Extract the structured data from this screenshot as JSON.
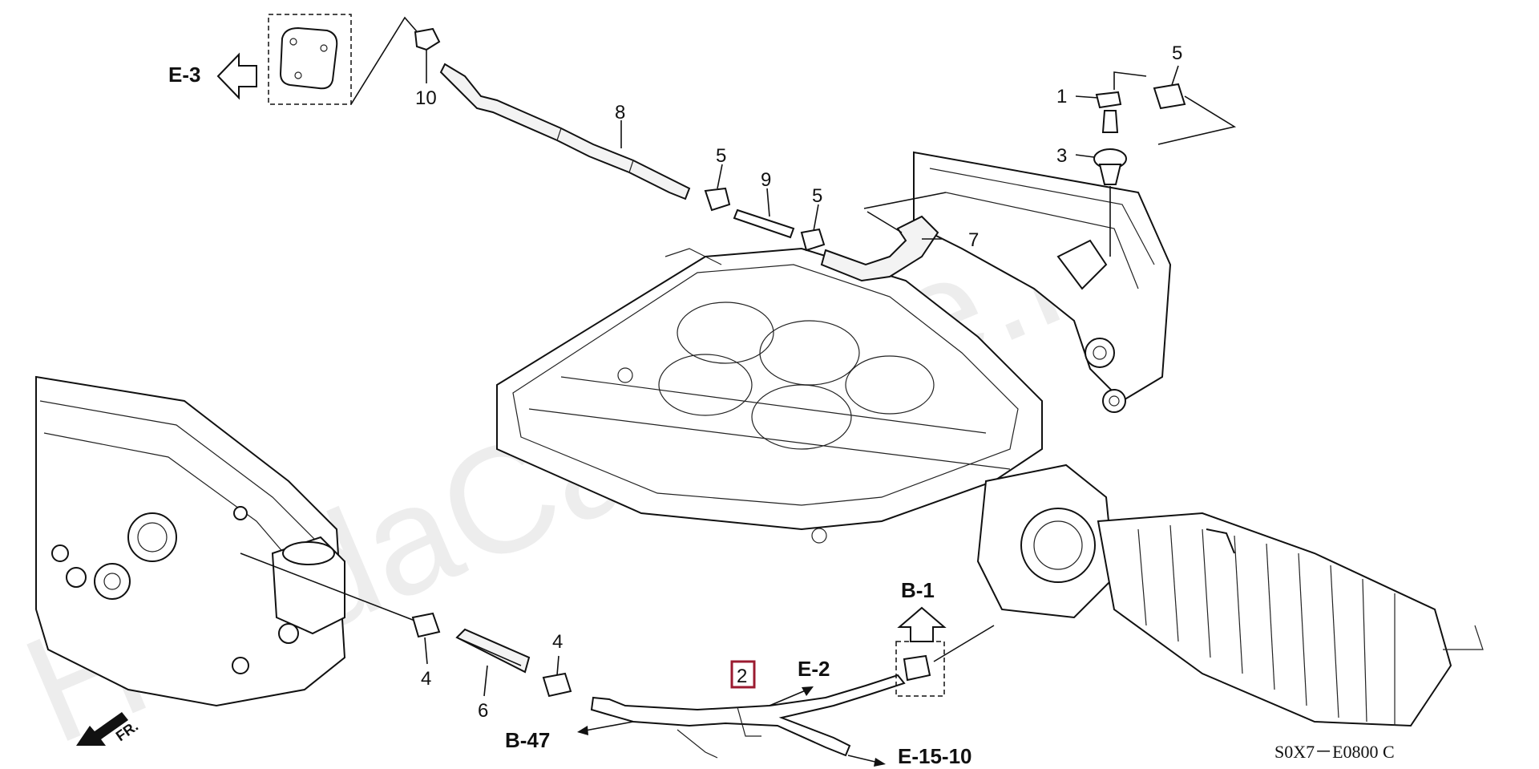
{
  "watermark": "HondaCarMine.ru",
  "diagram_code": "S0X7－E0800 C",
  "highlighted_part": "2",
  "part_labels": [
    "1",
    "3",
    "4",
    "4",
    "5",
    "5",
    "5",
    "6",
    "7",
    "8",
    "9",
    "10"
  ],
  "references": {
    "e3": "E-3",
    "b1": "B-1",
    "e2": "E-2",
    "b47": "B-47",
    "e1510": "E-15-10"
  },
  "fr_label": "FR.",
  "colors": {
    "highlight": "#9b1b30",
    "line": "#111111",
    "watermark": "#d9d9d9"
  }
}
